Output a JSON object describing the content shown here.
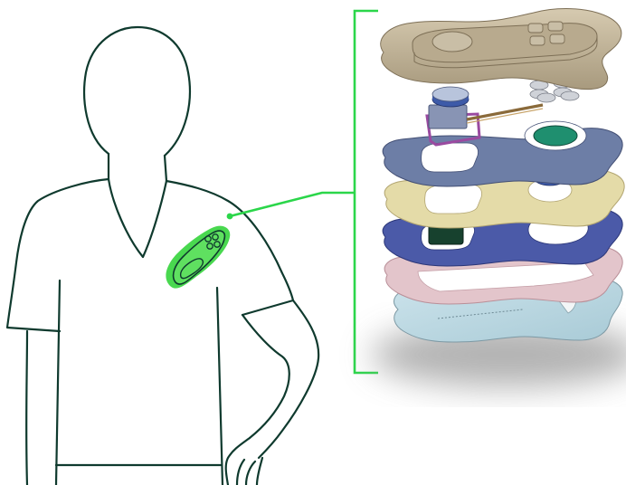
{
  "colors": {
    "outline": "#0f3a2e",
    "accent_green": "#2bd64a",
    "device_highlight": "#3ccf3c",
    "layer_top_cover": "#c2b49a",
    "layer_electronics_board": "#6f7fa5",
    "layer_battery_tray": "#e2d8a8",
    "layer_sensor_board": "#4a5aa6",
    "layer_foam": "#dcb8bf",
    "layer_adhesive_base": "#b8d6e0",
    "sensor_window": "#1f8f6f",
    "sensor_chip": "#17412e",
    "flex_connector": "#9a4aa0",
    "shadow": "#8f8f8f"
  },
  "figure": {
    "subject": "person-wearing-chest-patch-sensor",
    "icons": [
      "person-outline",
      "wearable-patch-device",
      "exploded-layer-stack"
    ]
  }
}
